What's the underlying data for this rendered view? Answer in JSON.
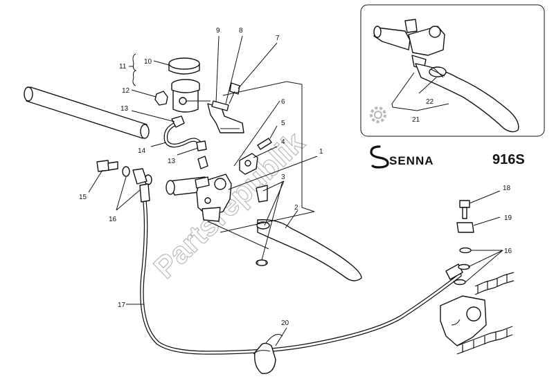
{
  "inset": {
    "brand": "SENNA",
    "model": "916S"
  },
  "watermark": "Partsrepublik",
  "callouts": [
    {
      "id": "c1",
      "text": "1"
    },
    {
      "id": "c2",
      "text": "2"
    },
    {
      "id": "c3",
      "text": "3"
    },
    {
      "id": "c4",
      "text": "4"
    },
    {
      "id": "c5",
      "text": "5"
    },
    {
      "id": "c6",
      "text": "6"
    },
    {
      "id": "c7",
      "text": "7"
    },
    {
      "id": "c8",
      "text": "8"
    },
    {
      "id": "c9",
      "text": "9"
    },
    {
      "id": "c10",
      "text": "10"
    },
    {
      "id": "c11",
      "text": "11"
    },
    {
      "id": "c12",
      "text": "12"
    },
    {
      "id": "c13a",
      "text": "13"
    },
    {
      "id": "c13b",
      "text": "13"
    },
    {
      "id": "c14",
      "text": "14"
    },
    {
      "id": "c15",
      "text": "15"
    },
    {
      "id": "c16a",
      "text": "16"
    },
    {
      "id": "c16b",
      "text": "16"
    },
    {
      "id": "c17",
      "text": "17"
    },
    {
      "id": "c18",
      "text": "18"
    },
    {
      "id": "c19",
      "text": "19"
    },
    {
      "id": "c20",
      "text": "20"
    },
    {
      "id": "c21",
      "text": "21"
    },
    {
      "id": "c22",
      "text": "22"
    }
  ]
}
